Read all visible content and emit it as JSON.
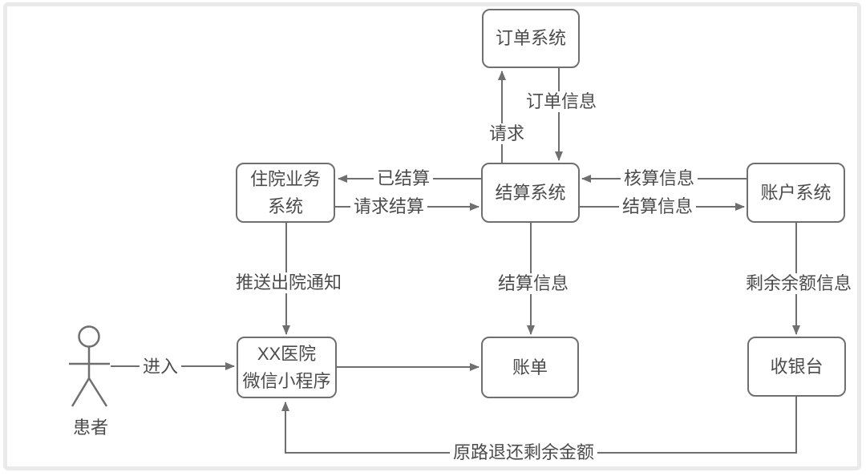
{
  "colors": {
    "line": "#6f6f6f",
    "text": "#4b4b4b",
    "node_fill": "#ffffff",
    "frame_border": "#eaeaea"
  },
  "icons": {
    "patient_actor": "stick-figure-person"
  },
  "nodes": {
    "order_system": {
      "label": "订单系统"
    },
    "inpatient_system": {
      "line1": "住院业务",
      "line2": "系统"
    },
    "settlement_system": {
      "label": "结算系统"
    },
    "account_system": {
      "label": "账户系统"
    },
    "mini_program": {
      "line1": "XX医院",
      "line2": "微信小程序"
    },
    "bill": {
      "label": "账单"
    },
    "cashier": {
      "label": "收银台"
    },
    "patient": {
      "label": "患者"
    }
  },
  "edges": {
    "request": {
      "label": "请求"
    },
    "order_info": {
      "label": "订单信息"
    },
    "settled": {
      "label": "已结算"
    },
    "request_settlement": {
      "label": "请求结算"
    },
    "accounting_info": {
      "label": "核算信息"
    },
    "settlement_info_to_account": {
      "label": "结算信息"
    },
    "push_discharge_notice": {
      "label": "推送出院通知"
    },
    "settlement_info_to_bill": {
      "label": "结算信息"
    },
    "remaining_balance_info": {
      "label": "剩余余额信息"
    },
    "enter": {
      "label": "进入"
    },
    "refund_original_route": {
      "label": "原路退还剩余金额"
    }
  }
}
